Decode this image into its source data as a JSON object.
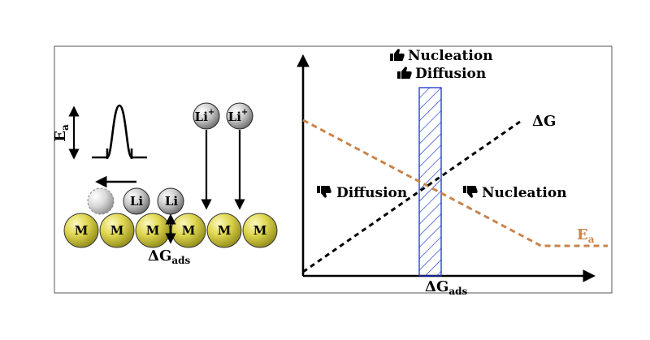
{
  "left_panel": {
    "metal_label": "M",
    "metal_count": 6,
    "li_label": "Li",
    "li_ion_label": "Li",
    "li_ion_charge": "+",
    "ea_label": "E",
    "ea_sub": "a",
    "dg_label": "ΔG",
    "dg_sub": "ads"
  },
  "right_panel": {
    "top_label_1": "Nucleation",
    "top_label_2": "Diffusion",
    "left_label": "Diffusion",
    "right_label": "Nucleation",
    "dg_curve_label": "ΔG",
    "ea_curve_label": "E",
    "ea_curve_sub": "a",
    "x_axis_label": "ΔG",
    "x_axis_sub": "ads"
  },
  "colors": {
    "metal": "#d8d24a",
    "ea_line": "#c8834a",
    "hatch": "#1a2fd6",
    "frame": "#555555"
  },
  "icons": {
    "thumbs_up": "thumbs-up-icon",
    "thumbs_down": "thumbs-down-icon"
  }
}
